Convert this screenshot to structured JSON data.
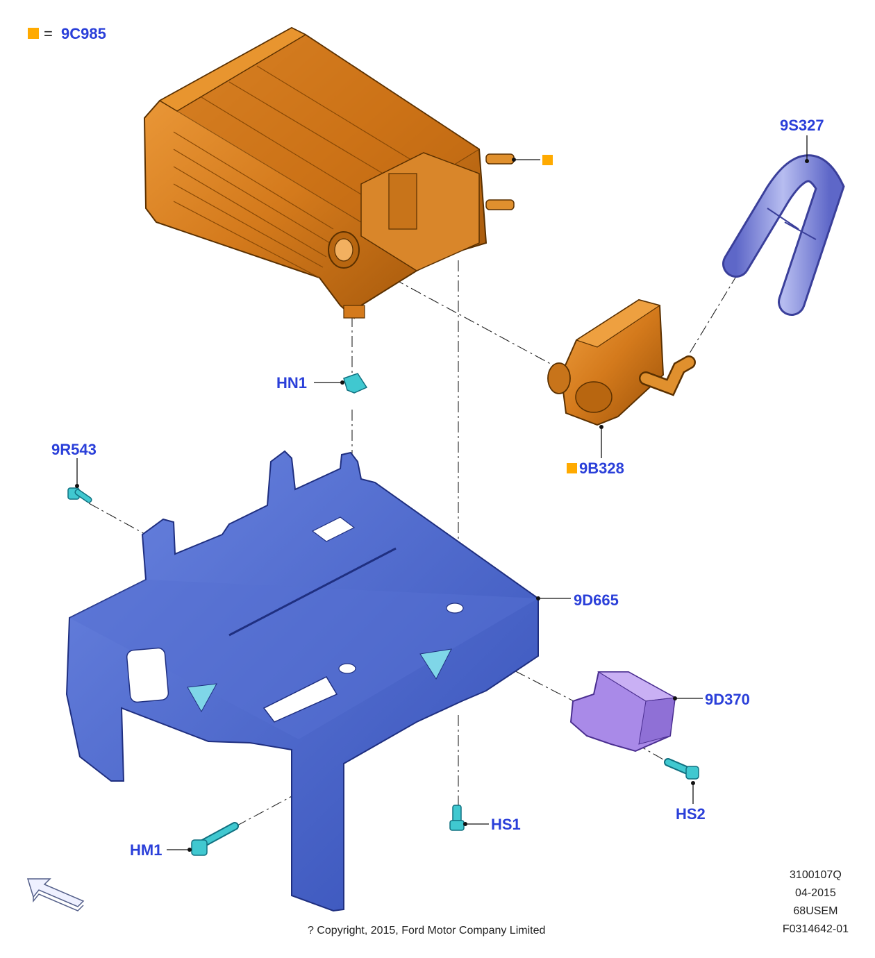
{
  "legend": {
    "swatch_color": "#ffaa00",
    "equals": "=",
    "part": "9C985"
  },
  "callouts": {
    "canister": "9C985",
    "hose": "9S327",
    "valve": "9B328",
    "nut_hn1": "HN1",
    "bolt_9r543": "9R543",
    "bracket": "9D665",
    "sensor_bracket": "9D370",
    "screw_hs1": "HS1",
    "screw_hs2": "HS2",
    "bolt_hm1": "HM1"
  },
  "colors": {
    "canister": "#d47a1c",
    "bracket": "#4a66cc",
    "sensor_bracket": "#a98ae8",
    "hose": "#7d86d8",
    "fastener": "#40c8d0",
    "callout_text": "#2a3fd9",
    "marker": "#ffaa00"
  },
  "meta": [
    "3100107Q",
    "04-2015",
    "68USEM",
    "F0314642-01"
  ],
  "copyright": "? Copyright, 2015, Ford Motor Company Limited",
  "icons": {
    "direction_arrow": "direction-arrow-icon"
  }
}
